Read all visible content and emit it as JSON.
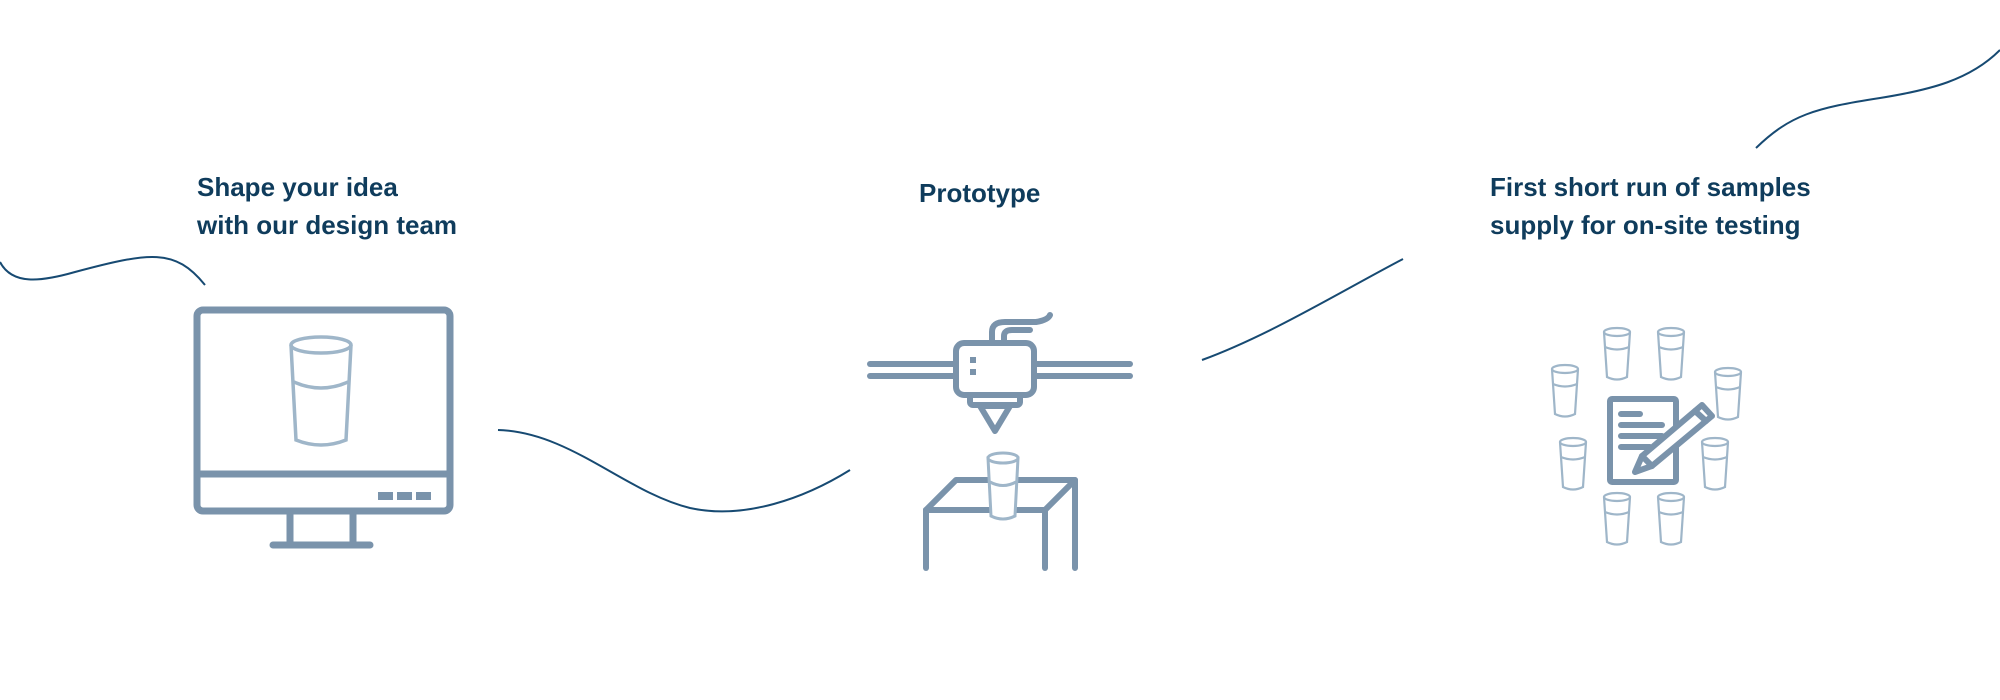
{
  "steps": [
    {
      "title_lines": [
        "Shape your idea",
        "with our design team"
      ],
      "icon": "monitor-with-cup-icon"
    },
    {
      "title_lines": [
        "Prototype"
      ],
      "icon": "3d-printer-icon"
    },
    {
      "title_lines": [
        "First short run of samples",
        "supply for on-site testing"
      ],
      "icon": "samples-checklist-icon"
    }
  ],
  "colors": {
    "heading": "#0f3c5c",
    "connector": "#174a72",
    "icon_stroke": "#7a93ab",
    "icon_light": "#9fb6c9"
  }
}
